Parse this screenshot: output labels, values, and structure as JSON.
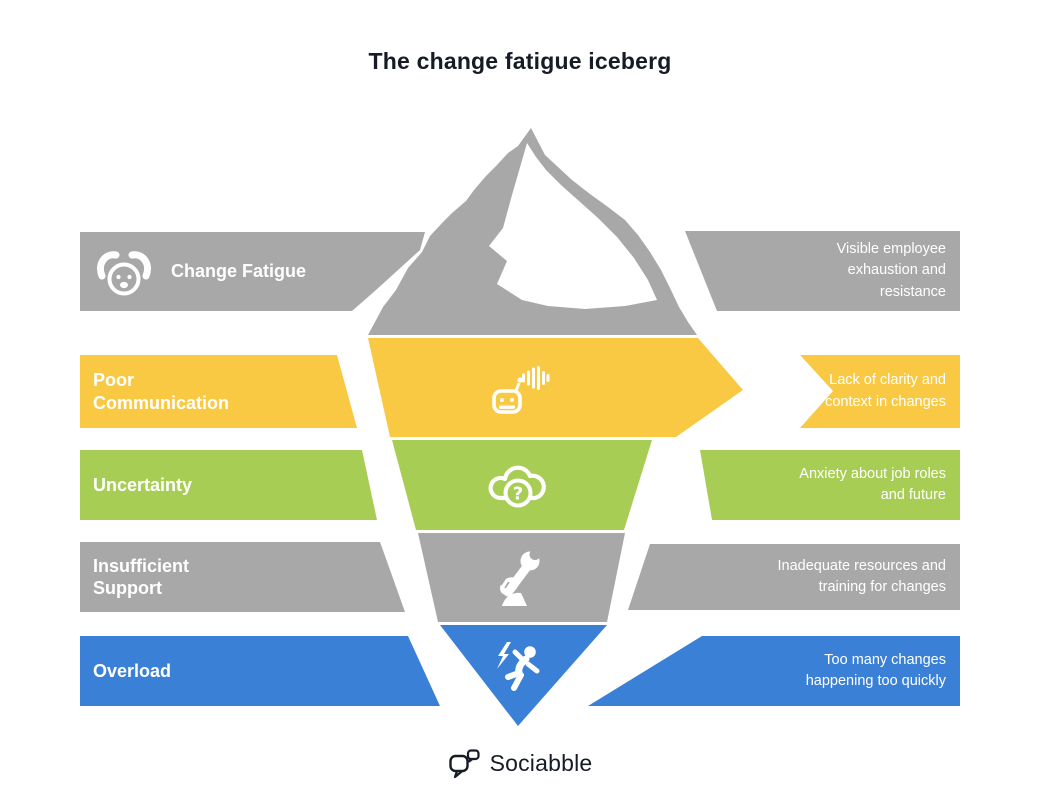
{
  "title": "The change fatigue iceberg",
  "colors": {
    "gray": "#A8A8A8",
    "yellow": "#FAC944",
    "green": "#A8CD55",
    "blue": "#3A80D6",
    "title_text": "#171B26",
    "band_text": "#FFFFFF"
  },
  "rows": [
    {
      "id": "change-fatigue",
      "color": "gray",
      "icon": "stressed-face-icon",
      "label": "Change Fatigue",
      "description": "Visible employee exhaustion and resistance"
    },
    {
      "id": "poor-communication",
      "color": "yellow",
      "icon": "announcement-audio-icon",
      "label": "Poor Communication",
      "description": "Lack of clarity and context in changes"
    },
    {
      "id": "uncertainty",
      "color": "green",
      "icon": "cloud-question-icon",
      "label": "Uncertainty",
      "description": "Anxiety about job roles and future"
    },
    {
      "id": "insufficient-support",
      "color": "gray",
      "icon": "hand-wrench-icon",
      "label": "Insufficient Support",
      "description": "Inadequate resources and training for changes"
    },
    {
      "id": "overload",
      "color": "blue",
      "icon": "falling-person-icon",
      "label": "Overload",
      "description": "Too many changes happening too quickly"
    }
  ],
  "brand": {
    "name": "Sociabble",
    "icon": "speech-bubbles-icon"
  }
}
